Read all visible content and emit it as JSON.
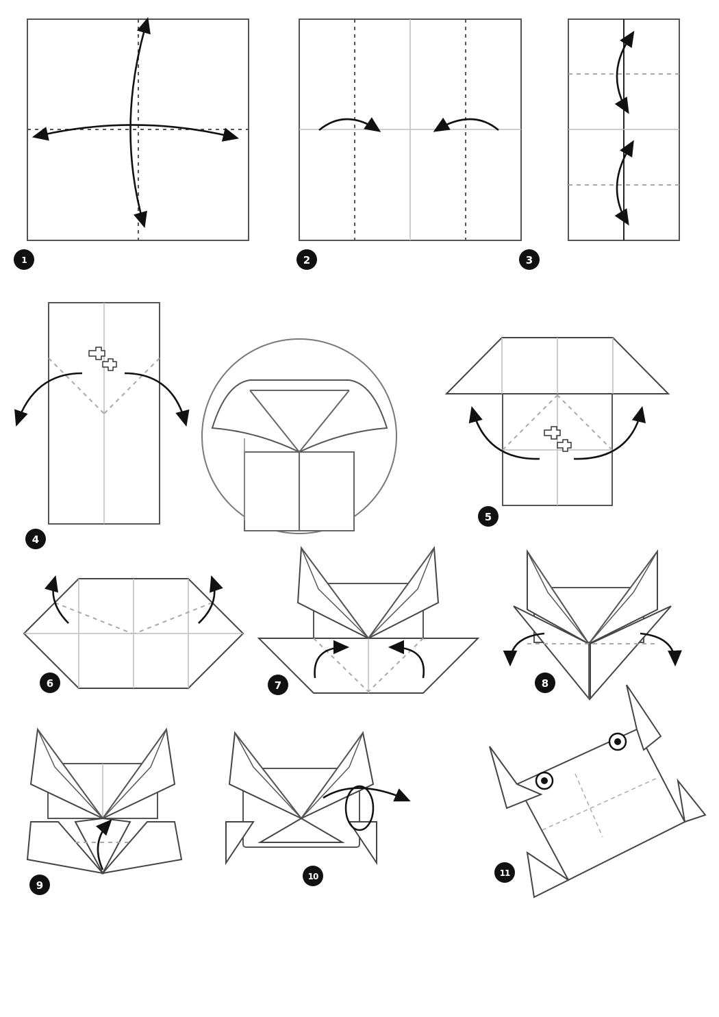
{
  "steps": [
    {
      "label": "1"
    },
    {
      "label": "2"
    },
    {
      "label": "3"
    },
    {
      "label": "4"
    },
    {
      "label": "5"
    },
    {
      "label": "6"
    },
    {
      "label": "7"
    },
    {
      "label": "8"
    },
    {
      "label": "9"
    },
    {
      "label": "10"
    },
    {
      "label": "11"
    }
  ],
  "colors": {
    "line": "#555555",
    "fold": "#bdbdbd",
    "arrow": "#111111",
    "badge": "#111111"
  }
}
